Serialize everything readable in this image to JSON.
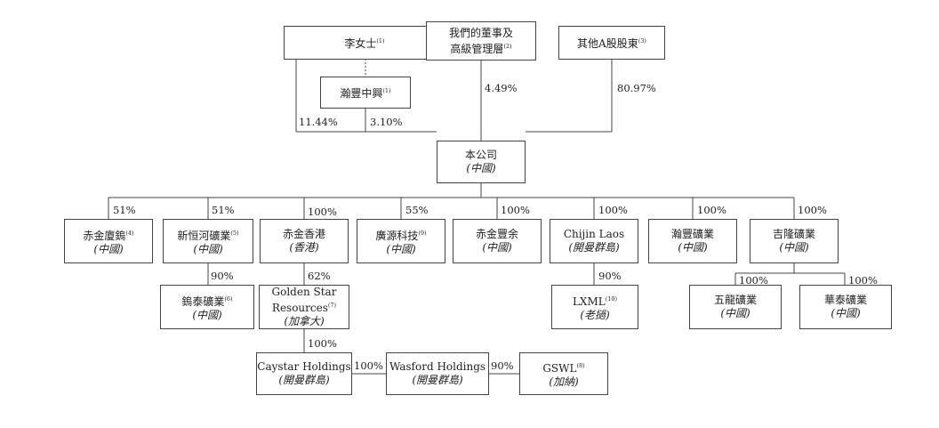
{
  "nodes": {
    "ms_li": {
      "name": "李女士",
      "note": "(1)",
      "sub": ""
    },
    "directors": {
      "name": "我們的董事及",
      "name2": "高級管理層",
      "note": "(2)",
      "sub": ""
    },
    "other_a": {
      "name": "其他A股股東",
      "note": "(3)",
      "sub": ""
    },
    "hanfeng_zx": {
      "name": "瀚豐中興",
      "note": "(1)",
      "sub": ""
    },
    "company": {
      "name": "本公司",
      "note": "",
      "sub": "(中國)"
    },
    "chijin_lu": {
      "name": "赤金廈鎢",
      "note": "(4)",
      "sub": "(中國)"
    },
    "xinhenghe": {
      "name": "新恒河礦業",
      "note": "(5)",
      "sub": "(中國)"
    },
    "chijin_hk": {
      "name": "赤金香港",
      "note": "",
      "sub": "(香港)"
    },
    "guangyuan": {
      "name": "廣源科技",
      "note": "(9)",
      "sub": "(中國)"
    },
    "chijin_fy": {
      "name": "赤金豐余",
      "note": "",
      "sub": "(中國)"
    },
    "chijin_laos": {
      "name": "Chijin Laos",
      "note": "",
      "sub": "(開曼群島)"
    },
    "hanfeng_ky": {
      "name": "瀚豐礦業",
      "note": "",
      "sub": "(中國)"
    },
    "jilong": {
      "name": "吉隆礦業",
      "note": "",
      "sub": "(中國)"
    },
    "wutai": {
      "name": "鎢泰礦業",
      "note": "(6)",
      "sub": "(中國)"
    },
    "golden_star": {
      "name": "Golden Star",
      "name2": "Resources",
      "note": "(7)",
      "sub": "(加拿大)"
    },
    "lxml": {
      "name": "LXML",
      "note": "(10)",
      "sub": "(老撾)"
    },
    "wulong": {
      "name": "五龍礦業",
      "note": "",
      "sub": "(中國)"
    },
    "huatai": {
      "name": "華泰礦業",
      "note": "",
      "sub": "(中國)"
    },
    "caystar": {
      "name": "Caystar Holdings",
      "note": "",
      "sub": "(開曼群島)"
    },
    "wasford": {
      "name": "Wasford Holdings",
      "note": "",
      "sub": "(開曼群島)"
    },
    "gswl": {
      "name": "GSWL",
      "note": "(8)",
      "sub": "(加納)"
    }
  },
  "stakes": {
    "ms_li_company": "11.44%",
    "hanfeng_company": "3.10%",
    "directors_company": "4.49%",
    "other_company": "80.97%",
    "chijin_lu": "51%",
    "xinhenghe": "51%",
    "chijin_hk": "100%",
    "guangyuan": "55%",
    "chijin_fy": "100%",
    "chijin_laos": "100%",
    "hanfeng_ky": "100%",
    "jilong": "100%",
    "wutai": "90%",
    "golden_star": "62%",
    "lxml": "90%",
    "wulong": "100%",
    "huatai": "100%",
    "caystar": "100%",
    "wasford": "100%",
    "gswl": "90%"
  }
}
